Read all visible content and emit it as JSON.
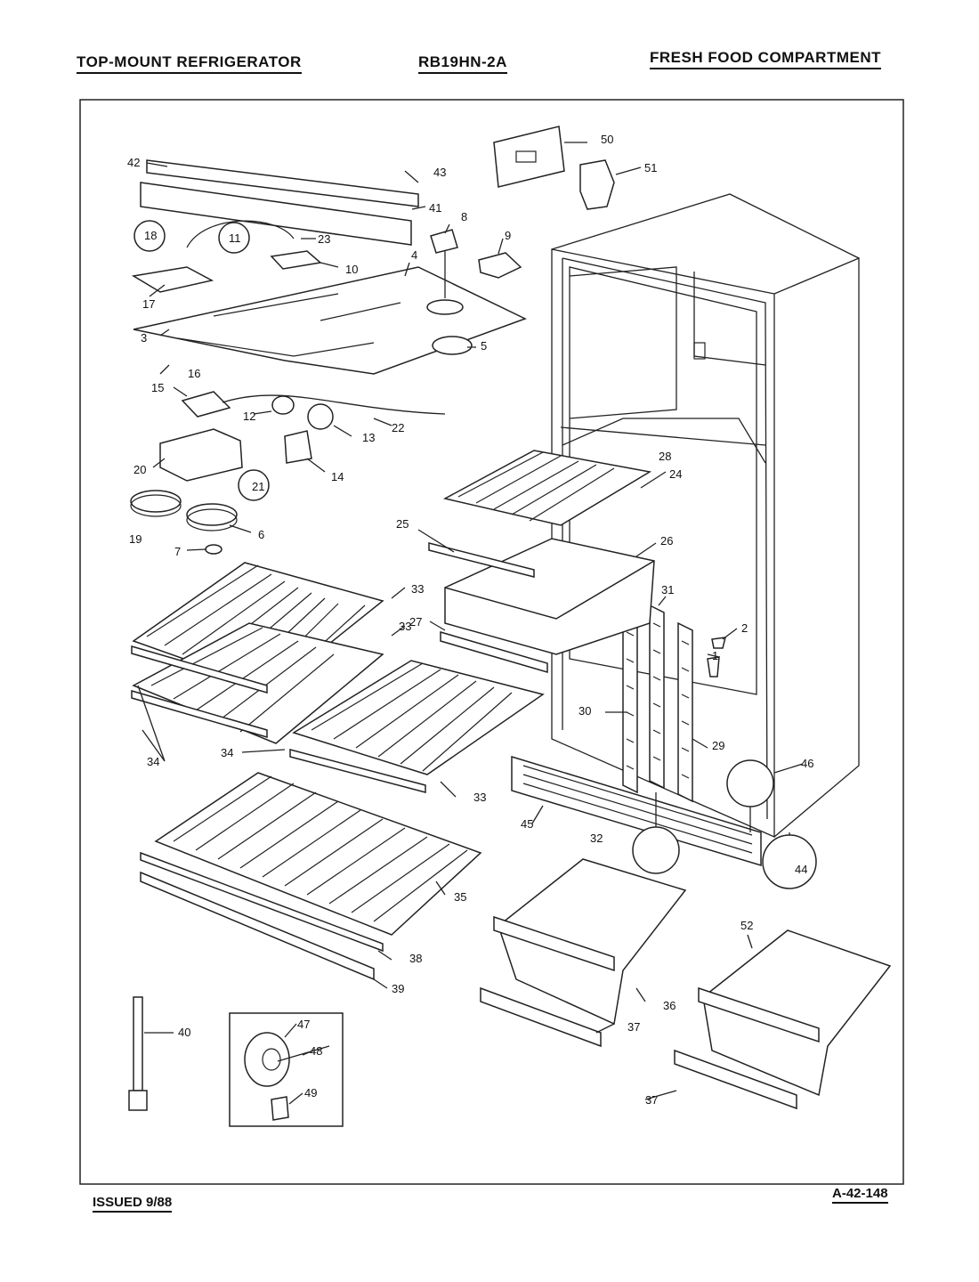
{
  "header": {
    "left": "TOP-MOUNT REFRIGERATOR",
    "center": "RB19HN-2A",
    "right": "FRESH FOOD COMPARTMENT"
  },
  "footer": {
    "left": "ISSUED 9/88",
    "right": "A-42-148"
  },
  "callouts": [
    "1",
    "2",
    "3",
    "4",
    "5",
    "6",
    "7",
    "8",
    "9",
    "10",
    "11",
    "12",
    "13",
    "14",
    "15",
    "16",
    "17",
    "18",
    "19",
    "20",
    "21",
    "22",
    "23",
    "24",
    "25",
    "26",
    "27",
    "28",
    "29",
    "30",
    "31",
    "32",
    "33",
    "33",
    "33",
    "34",
    "34",
    "35",
    "36",
    "37",
    "37",
    "38",
    "39",
    "40",
    "41",
    "42",
    "43",
    "44",
    "45",
    "46",
    "47",
    "48",
    "49",
    "50",
    "51",
    "52"
  ]
}
